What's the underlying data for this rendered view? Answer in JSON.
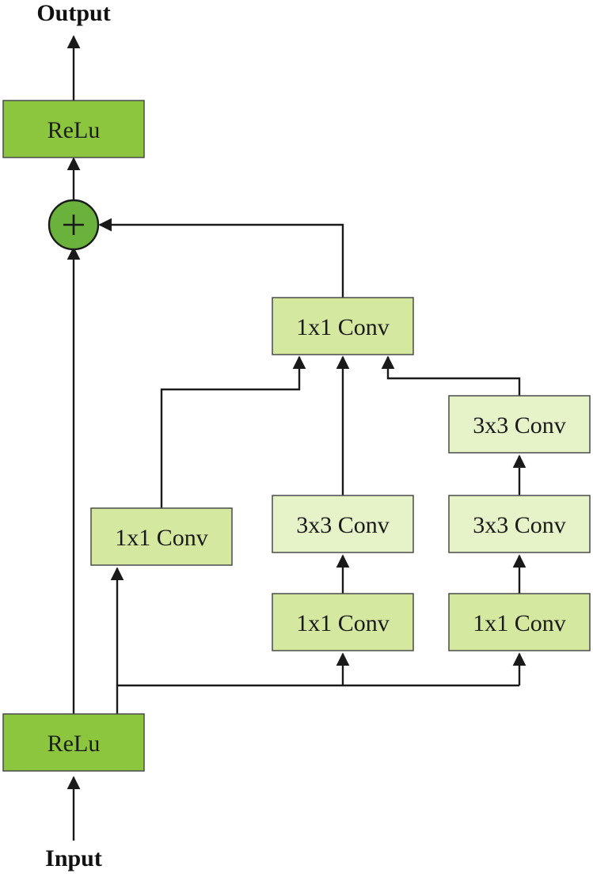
{
  "labels": {
    "output": "Output",
    "input": "Input",
    "relu_top": "ReLu",
    "relu_bottom": "ReLu",
    "conv_merge": "1x1 Conv",
    "conv_branch1": "1x1 Conv",
    "conv_branch2_a": "1x1 Conv",
    "conv_branch2_b": "3x3 Conv",
    "conv_branch3_a": "1x1 Conv",
    "conv_branch3_b": "3x3 Conv",
    "conv_branch3_c": "3x3 Conv"
  },
  "colors": {
    "relu_fill": "#8cc63f",
    "conv1x1_fill": "#d4e8a0",
    "conv3x3_fill": "#e6f2c8",
    "add_fill": "#6ab23c",
    "edge": "#1a1a1a",
    "border": "#4a4a4a"
  },
  "add_node": {
    "symbol": "add-icon"
  }
}
